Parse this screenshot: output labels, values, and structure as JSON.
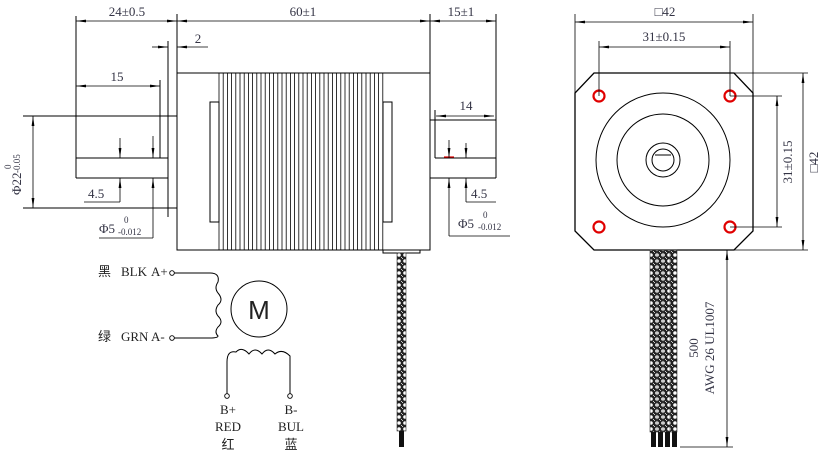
{
  "drawing": {
    "title": "Stepper motor outline drawing",
    "side_view": {
      "dims": {
        "front_length": "24±0.5",
        "body_length": "60±1",
        "rear_length": "15±1",
        "flange_thickness": "2",
        "front_shaft_15": "15",
        "rear_shaft_14": "14",
        "flat_depth_front": "4.5",
        "flat_depth_rear": "4.5",
        "boss_dia_prefix": "Φ22",
        "boss_dia_upper": "0",
        "boss_dia_lower": "-0.05",
        "shaft_dia_front_prefix": "Φ5",
        "shaft_dia_front_upper": "0",
        "shaft_dia_front_lower": "-0.012",
        "shaft_dia_rear_prefix": "Φ5",
        "shaft_dia_rear_upper": "0",
        "shaft_dia_rear_lower": "-0.012"
      }
    },
    "front_view": {
      "dims": {
        "square_width": "□42",
        "hole_spacing_h": "31±0.15",
        "hole_spacing_v": "31±0.15",
        "square_height": "□42"
      },
      "mount_holes": 4,
      "hole_color": "#e00000"
    },
    "cable": {
      "length": "500",
      "spec": "AWG 26 UL1007",
      "wire_count": 4
    },
    "wiring": {
      "motor_symbol": "M",
      "a_plus": {
        "cn": "黑",
        "color": "BLK",
        "pin": "A+"
      },
      "a_minus": {
        "cn": "绿",
        "color": "GRN",
        "pin": "A-"
      },
      "b_plus": {
        "pin": "B+",
        "color": "RED",
        "cn": "红"
      },
      "b_minus": {
        "pin": "B-",
        "color": "BUL",
        "cn": "蓝"
      }
    }
  }
}
